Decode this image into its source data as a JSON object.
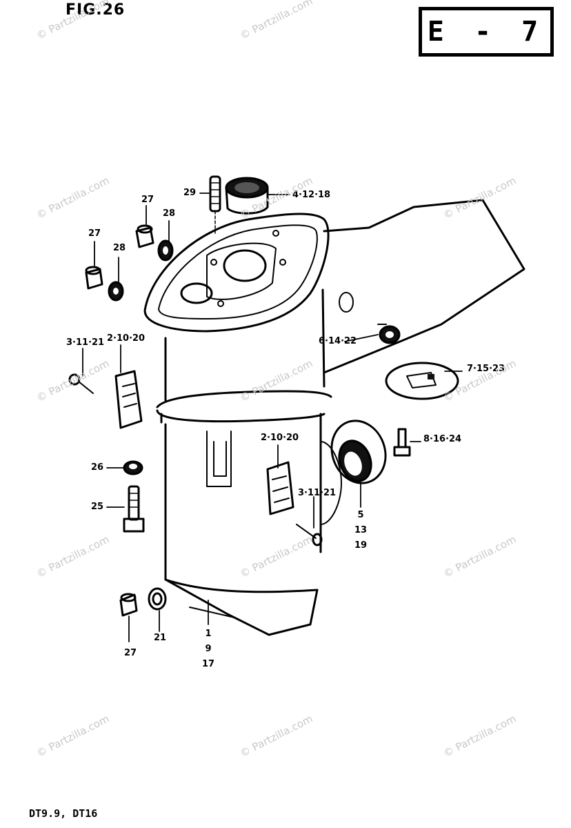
{
  "header": {
    "figure_number": "FIG.26",
    "section": "E - 7"
  },
  "footer": {
    "models": "DT9.9,  DT16"
  },
  "watermark": "© Partzilla.com",
  "callouts": {
    "c29": "29",
    "c4_12_18": "4·12·18",
    "c27_top": "27",
    "c28_top": "28",
    "c27_left": "27",
    "c28_left": "28",
    "c3_11_21_left": "3·11·21",
    "c2_10_20_left": "2·10·20",
    "c6_14_22": "6·14·22",
    "c7_15_23": "7·15·23",
    "c8_16_24": "8·16·24",
    "c2_10_20_mid": "2·10·20",
    "c3_11_21_mid": "3·11·21",
    "c26": "26",
    "c25": "25",
    "c5": "5",
    "c13": "13",
    "c19": "19",
    "c27_bottom": "27",
    "c21": "21",
    "c1": "1",
    "c9": "9",
    "c17": "17"
  }
}
